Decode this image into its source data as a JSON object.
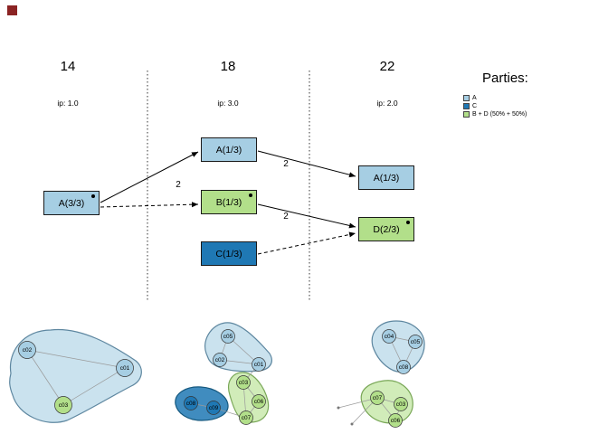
{
  "timeline": {
    "columns": [
      {
        "label": "14",
        "ip": "ip: 1.0"
      },
      {
        "label": "18",
        "ip": "ip: 3.0"
      },
      {
        "label": "22",
        "ip": "ip: 2.0"
      }
    ],
    "nodes": [
      {
        "label": "A(3/3)",
        "party": "A",
        "time": "14",
        "dot": true
      },
      {
        "label": "A(1/3)",
        "party": "A",
        "time": "18",
        "dot": false
      },
      {
        "label": "B(1/3)",
        "party": "BD",
        "time": "18",
        "dot": true
      },
      {
        "label": "C(1/3)",
        "party": "C",
        "time": "18",
        "dot": false
      },
      {
        "label": "A(1/3)",
        "party": "A",
        "time": "22",
        "dot": false
      },
      {
        "label": "D(2/3)",
        "party": "BD",
        "time": "22",
        "dot": true
      }
    ],
    "edges": [
      {
        "from": "A(3/3)@14",
        "to": "A(1/3)@18",
        "style": "solid",
        "label": "2"
      },
      {
        "from": "A(3/3)@14",
        "to": "B(1/3)@18",
        "style": "dashed",
        "label": ""
      },
      {
        "from": "A(1/3)@18",
        "to": "A(1/3)@22",
        "style": "solid",
        "label": "2"
      },
      {
        "from": "B(1/3)@18",
        "to": "D(2/3)@22",
        "style": "solid",
        "label": "2"
      },
      {
        "from": "C(1/3)@18",
        "to": "D(2/3)@22",
        "style": "dashed",
        "label": ""
      }
    ]
  },
  "legend": {
    "title": "Parties:",
    "items": [
      {
        "label": "A",
        "color": "#a6cee3"
      },
      {
        "label": "C",
        "color": "#1f78b4"
      },
      {
        "label": "B + D (50% + 50%)",
        "color": "#b2df8a"
      }
    ]
  },
  "graphs": [
    {
      "time": "14",
      "nodes": [
        {
          "label": "c02",
          "party": "A"
        },
        {
          "label": "c01",
          "party": "A"
        },
        {
          "label": "c03",
          "party": "BD"
        }
      ],
      "edges": [
        [
          "c02",
          "c01"
        ],
        [
          "c02",
          "c03"
        ],
        [
          "c01",
          "c03"
        ]
      ],
      "communities": [
        {
          "id": "A",
          "party": "A",
          "members": [
            "c01",
            "c02",
            "c03"
          ]
        }
      ]
    },
    {
      "time": "18",
      "nodes": [
        {
          "label": "c05",
          "party": "A"
        },
        {
          "label": "c02",
          "party": "A"
        },
        {
          "label": "c01",
          "party": "A"
        },
        {
          "label": "c08",
          "party": "C"
        },
        {
          "label": "c09",
          "party": "C"
        },
        {
          "label": "c03",
          "party": "BD"
        },
        {
          "label": "c06",
          "party": "BD"
        },
        {
          "label": "c07",
          "party": "BD"
        }
      ],
      "edges": [
        [
          "c05",
          "c02"
        ],
        [
          "c05",
          "c01"
        ],
        [
          "c02",
          "c01"
        ],
        [
          "c01",
          "c03"
        ],
        [
          "c08",
          "c09"
        ],
        [
          "c09",
          "c07"
        ],
        [
          "c03",
          "c06"
        ],
        [
          "c06",
          "c07"
        ],
        [
          "c03",
          "c07"
        ]
      ],
      "communities": [
        {
          "id": "A",
          "party": "A",
          "members": [
            "c01",
            "c02",
            "c05"
          ]
        },
        {
          "id": "C",
          "party": "C",
          "members": [
            "c08",
            "c09"
          ]
        },
        {
          "id": "B",
          "party": "BD",
          "members": [
            "c03",
            "c06",
            "c07"
          ]
        }
      ]
    },
    {
      "time": "22",
      "nodes": [
        {
          "label": "c04",
          "party": "A"
        },
        {
          "label": "c05",
          "party": "A"
        },
        {
          "label": "c08",
          "party": "A"
        },
        {
          "label": "c07",
          "party": "BD"
        },
        {
          "label": "c03",
          "party": "BD"
        },
        {
          "label": "c06",
          "party": "BD"
        }
      ],
      "edges": [
        [
          "c04",
          "c05"
        ],
        [
          "c04",
          "c08"
        ],
        [
          "c05",
          "c08"
        ],
        [
          "c07",
          "c03"
        ],
        [
          "c03",
          "c06"
        ],
        [
          "c07",
          "c06"
        ]
      ],
      "communities": [
        {
          "id": "A",
          "party": "A",
          "members": [
            "c04",
            "c05",
            "c08"
          ]
        },
        {
          "id": "D",
          "party": "BD",
          "members": [
            "c03",
            "c06",
            "c07"
          ]
        }
      ]
    }
  ]
}
